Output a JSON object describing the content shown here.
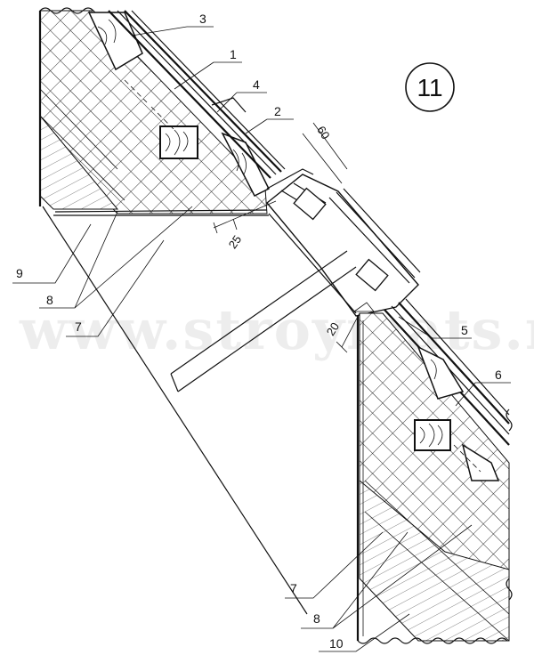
{
  "badge": "11",
  "callouts": [
    "1",
    "2",
    "3",
    "4",
    "5",
    "6",
    "7",
    "7",
    "8",
    "8",
    "9",
    "10"
  ],
  "dimensions": [
    "60",
    "25",
    "20"
  ],
  "watermark": "www.stroymats.ru"
}
